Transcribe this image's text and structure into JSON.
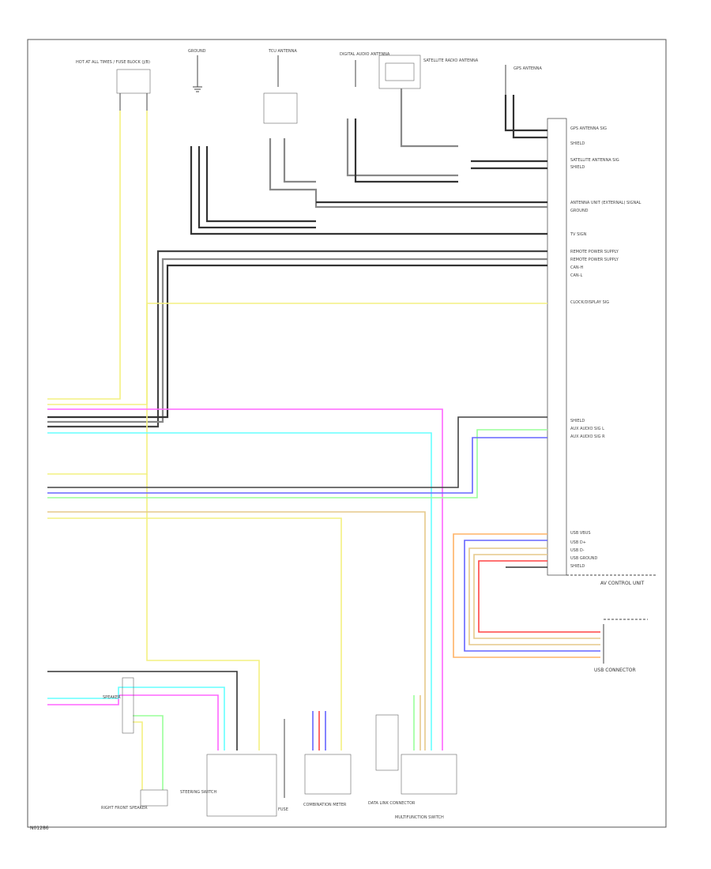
{
  "diagram": {
    "code": "N01286",
    "top_components": [
      "HOT AT ALL TIMES / FUSE BLOCK (J/B)",
      "GROUND",
      "TCU ANTENNA",
      "DIGITAL AUDIO ANTENNA",
      "SATELLITE RADIO ANTENNA",
      "GPS ANTENNA"
    ],
    "unit": {
      "name": "AV CONTROL UNIT",
      "signals": [
        "GPS ANTENNA SIG",
        "SHIELD",
        "SATELLITE ANTENNA SIG",
        "SHIELD",
        "ANTENNA UNIT (EXTERNAL) SIGNAL",
        "GROUND",
        "TV SIGN",
        "REMOTE POWER SUPPLY",
        "REMOTE POWER SUPPLY",
        "CAN-H",
        "CAN-L",
        "CLOCK/DISPLAY SIG",
        "SHIELD",
        "AUX AUDIO SIG L",
        "AUX AUDIO SIG R",
        "USB VBUS",
        "USB D+",
        "USB D-",
        "USB GROUND",
        "SHIELD"
      ]
    },
    "bottom_components": [
      "SPEAKER",
      "RIGHT FRONT SPEAKER",
      "STEERING SWITCH",
      "FUSE",
      "COMBINATION METER",
      "DATA LINK CONNECTOR",
      "MULTIFUNCTION SWITCH"
    ],
    "side_components": [
      "USB CONNECTOR"
    ],
    "wire_colors": {
      "yellow": "#f4f080",
      "magenta": "#ff66ff",
      "cyan": "#66ffff",
      "blue": "#6666ff",
      "green": "#99ff99",
      "tan": "#e6c98a",
      "orange": "#ffb366",
      "red": "#ff4444",
      "black": "#333333",
      "gray": "#888888"
    }
  }
}
